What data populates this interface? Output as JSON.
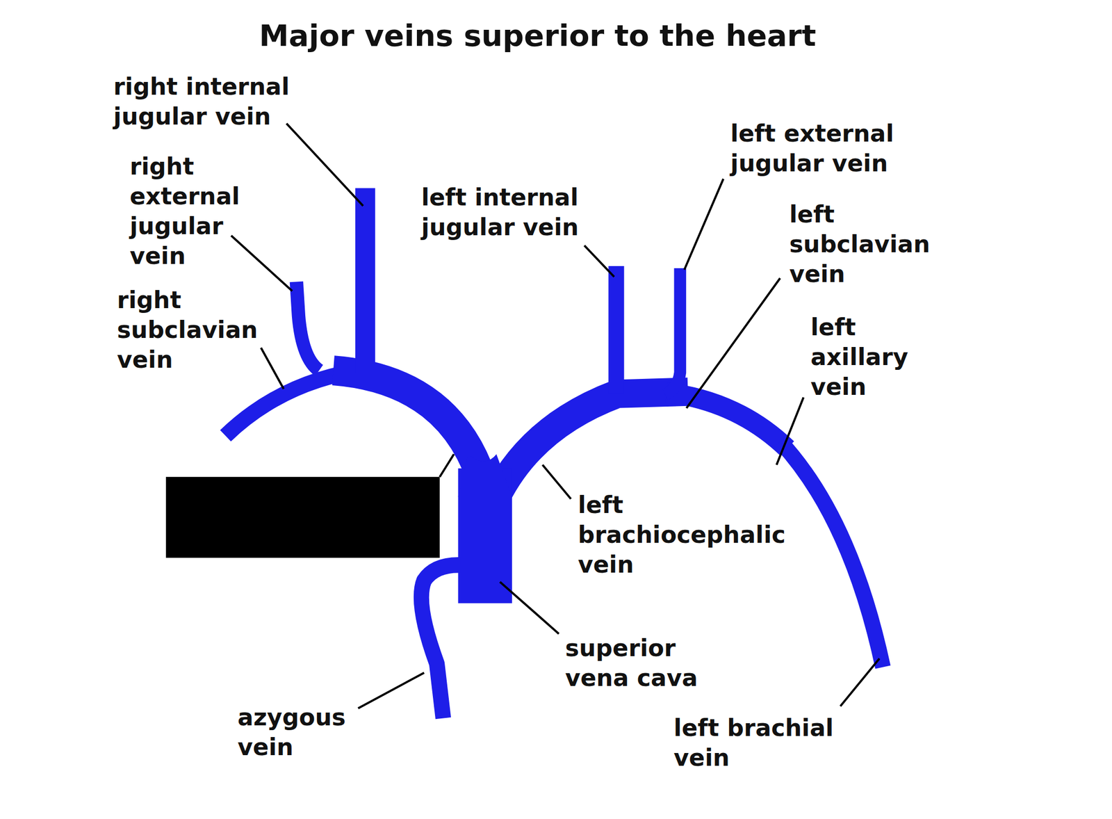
{
  "diagram": {
    "title": "Major veins superior to the heart",
    "labels": [
      "right internal jugular vein",
      "right external jugular vein",
      "right subclavian vein",
      "left internal jugular vein",
      "left external jugular vein",
      "left subclavian vein",
      "left axillary vein",
      "left brachiocephalic vein",
      "superior vena cava",
      "azygous vein",
      "left brachial vein"
    ]
  }
}
